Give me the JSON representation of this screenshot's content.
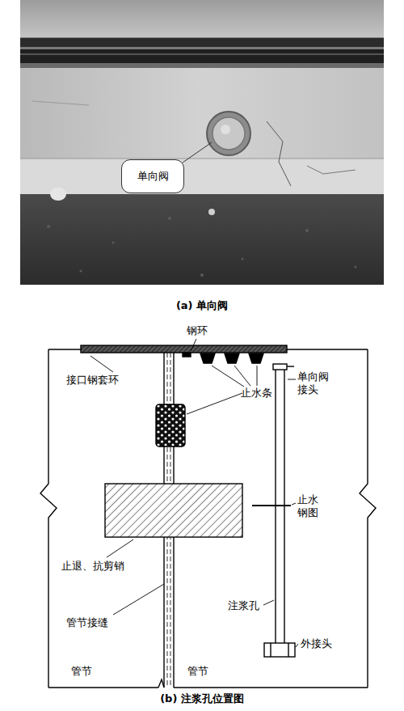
{
  "diagram": {
    "nodes": [
      {
        "text": [
          "单向阀"
        ]
      }
    ],
    "edges": [],
    "labels": [
      "(a) 单向阀",
      "钢环",
      "接口钢套环",
      "止水条",
      "单向阀 接头",
      "止水 钢图",
      "止退、抗剪销",
      "管节接缝",
      "注浆孔",
      "外接头",
      "管节",
      "管节",
      "(b) 注浆孔位置图"
    ]
  }
}
